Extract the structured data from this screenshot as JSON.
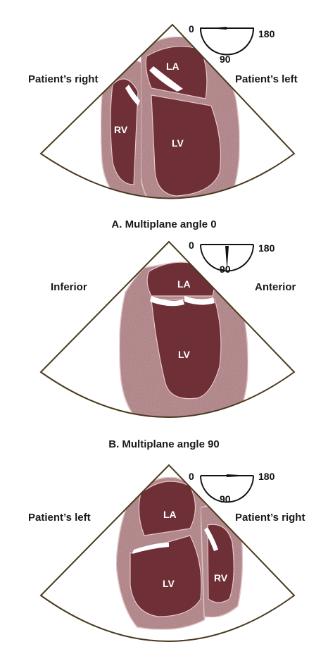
{
  "panels": [
    {
      "caption": "A. Multiplane angle 0",
      "left_label": "Patient’s right",
      "right_label": "Patient’s left",
      "dial": {
        "min_label": "0",
        "max_label": "180",
        "mid_label": "90",
        "angle": 0
      },
      "chambers": [
        "LA",
        "RV",
        "LV"
      ]
    },
    {
      "caption": "B. Multiplane angle 90",
      "left_label": "Inferior",
      "right_label": "Anterior",
      "dial": {
        "min_label": "0",
        "max_label": "180",
        "mid_label": "90",
        "angle": 90
      },
      "chambers": [
        "LA",
        "LV"
      ]
    },
    {
      "caption": "",
      "left_label": "Patient’s left",
      "right_label": "Patient’s right",
      "dial": {
        "min_label": "0",
        "max_label": "180",
        "mid_label": "90",
        "angle": 180
      },
      "chambers": [
        "LA",
        "LV",
        "RV"
      ]
    }
  ],
  "colors": {
    "myocardium": "#b07b80",
    "cavity": "#6e2f36",
    "outline": "#4a3a1e",
    "valve": "#ffffff"
  }
}
